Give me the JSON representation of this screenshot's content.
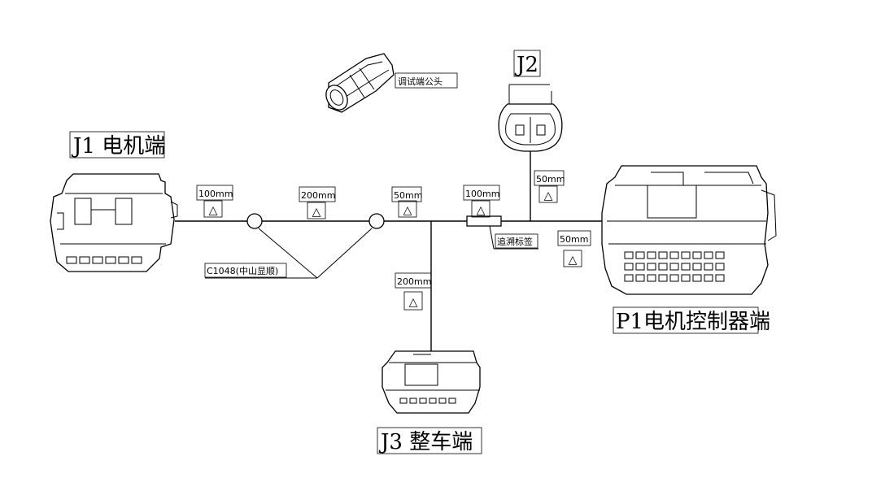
{
  "labels": {
    "j1": "J1 电机端",
    "j2": "J2",
    "j3": "J3  整车端",
    "p1": "P1电机控制器端",
    "debug": "调试端公头",
    "trace": "追溯标签",
    "wire_spec": "C1048(中山显顺)"
  },
  "dimensions": {
    "j1_seg": "100mm",
    "left_mid": "200mm",
    "right_mid": "50mm",
    "label_seg": "100mm",
    "j2_branch": "50mm",
    "p1_seg": "50mm",
    "j3_branch": "200mm"
  },
  "marker": "△"
}
